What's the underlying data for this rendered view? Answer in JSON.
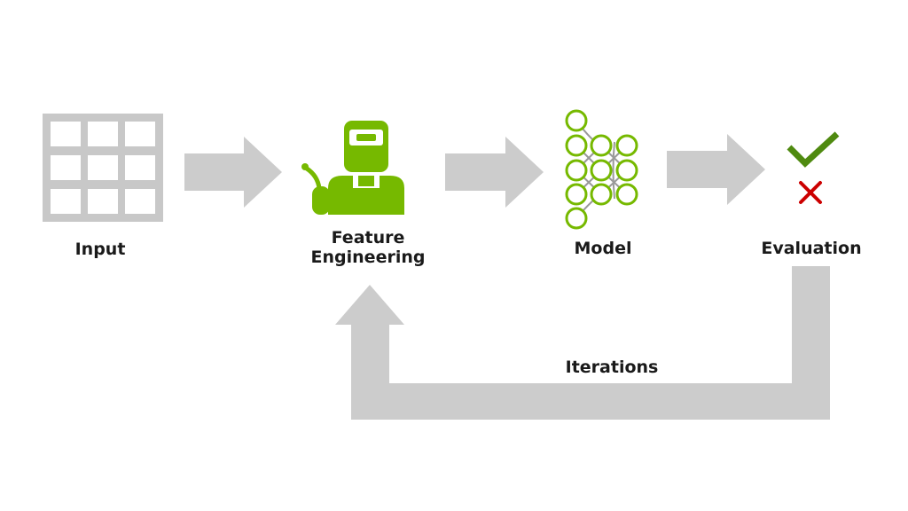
{
  "stages": {
    "input": "Input",
    "feature_line1": "Feature",
    "feature_line2": "Engineering",
    "model": "Model",
    "evaluation": "Evaluation"
  },
  "loop_label": "Iterations",
  "icons": {
    "input": "grid-table-icon",
    "feature": "welder-icon",
    "model": "neural-network-icon",
    "eval_pass": "checkmark-icon",
    "eval_fail": "cross-icon"
  },
  "colors": {
    "arrow": "#cccccc",
    "grid": "#c8c8c8",
    "green": "#76b900",
    "dark_green": "#4f8a10",
    "red": "#cc0000",
    "text": "#1a1a1a"
  }
}
